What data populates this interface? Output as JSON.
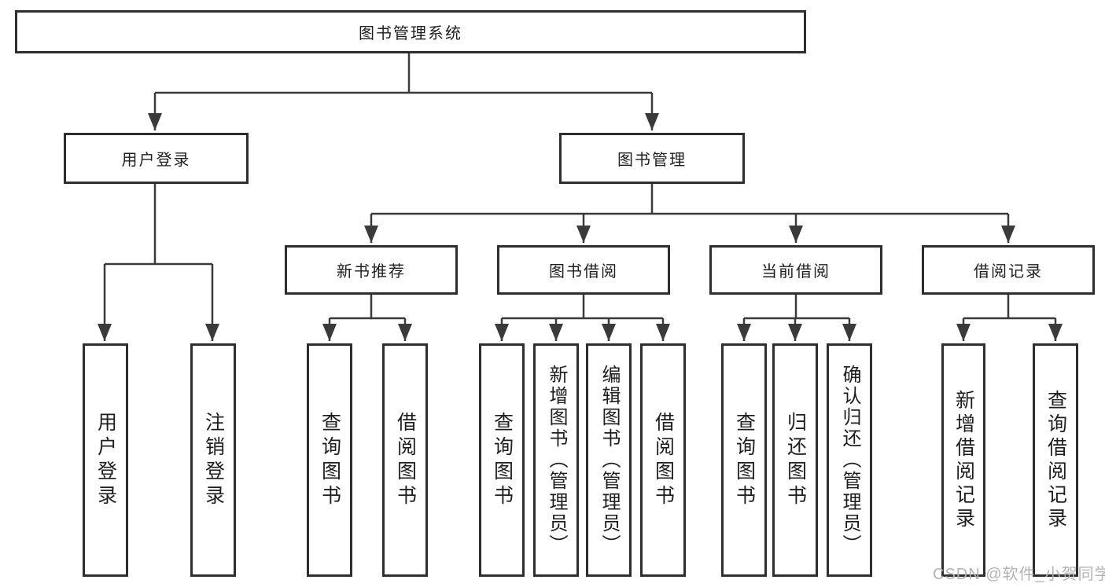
{
  "colors": {
    "background": "#ffffff",
    "line": "#3a3a3a",
    "box_border": "#2e2e2e",
    "box_fill": "#ffffff",
    "text": "#1e1e1e",
    "watermark": "#b3b3b3"
  },
  "tree": {
    "root": {
      "label": "图书管理系统"
    },
    "branches": [
      {
        "label": "用户登录",
        "children": [
          {
            "label": "用户登录"
          },
          {
            "label": "注销登录"
          }
        ]
      },
      {
        "label": "图书管理",
        "sections": [
          {
            "label": "新书推荐",
            "children": [
              {
                "label": "查询图书"
              },
              {
                "label": "借阅图书"
              }
            ]
          },
          {
            "label": "图书借阅",
            "children": [
              {
                "label": "查询图书"
              },
              {
                "label": "新增图书（管理员）"
              },
              {
                "label": "编辑图书（管理员）"
              },
              {
                "label": "借阅图书"
              }
            ]
          },
          {
            "label": "当前借阅",
            "children": [
              {
                "label": "查询图书"
              },
              {
                "label": "归还图书"
              },
              {
                "label": "确认归还（管理员）"
              }
            ]
          },
          {
            "label": "借阅记录",
            "children": [
              {
                "label": "新增借阅记录"
              },
              {
                "label": "查询借阅记录"
              }
            ]
          }
        ]
      }
    ]
  },
  "watermark": {
    "text": "CSDN @软件_小贺同学"
  }
}
